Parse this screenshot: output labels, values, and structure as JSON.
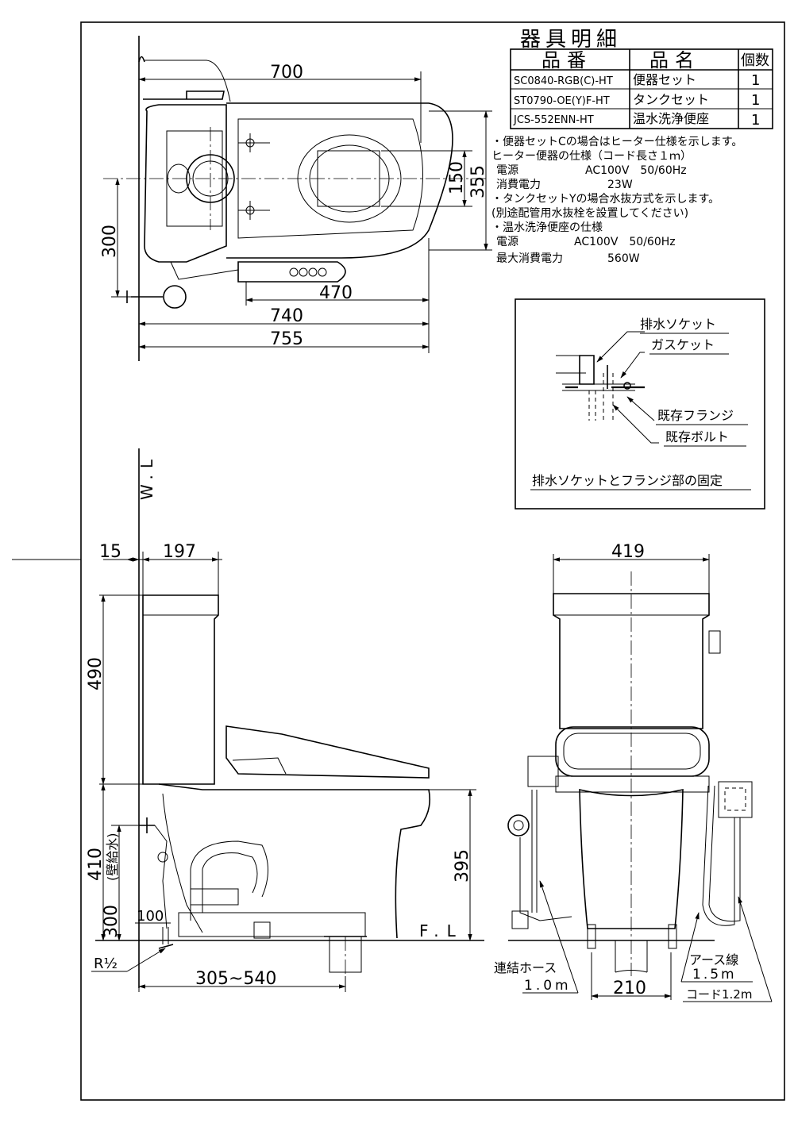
{
  "table": {
    "title": "器具明細",
    "headers": [
      "品番",
      "品名",
      "個数"
    ],
    "rows": [
      {
        "code": "SC0840-RGB(C)-HT",
        "name": "便器セット",
        "qty": "1"
      },
      {
        "code": "ST0790-OE(Y)F-HT",
        "name": "タンクセット",
        "qty": "1"
      },
      {
        "code": "JCS-552ENN-HT",
        "name": "温水洗浄便座",
        "qty": "1"
      }
    ]
  },
  "notes": [
    "・便器セットCの場合はヒーター仕様を示します。",
    " ヒーター便器の仕様（コード長さ１ｍ）",
    "電源　　　　　　AC100V　50/60Hz",
    "消費電力　　　　　　23W",
    "・タンクセットYの場合水抜方式を示します。",
    "(別途配管用水抜栓を設置してください)",
    "・温水洗浄便座の仕様",
    "電源　　　　　AC100V　50/60Hz",
    "最大消費電力　　　　560W"
  ],
  "detail": {
    "label_socket": "排水ソケット",
    "label_gasket": "ガスケット",
    "label_flange": "既存フランジ",
    "label_bolt": "既存ボルト",
    "caption": "排水ソケットとフランジ部の固定"
  },
  "top_view": {
    "dim_700": "700",
    "dim_150": "150",
    "dim_355": "355",
    "dim_300": "300",
    "dim_470": "470",
    "dim_740": "740",
    "dim_755": "755"
  },
  "side_view": {
    "wl": "W.L",
    "fl": "F.L",
    "dim_15": "15",
    "dim_197": "197",
    "dim_490": "490",
    "dim_410": "410",
    "dim_300": "300",
    "supply": "(壁給水)",
    "dim_100": "100",
    "dim_395": "395",
    "dim_range": "305~540",
    "r_thread": "R½"
  },
  "front_view": {
    "dim_419": "419",
    "dim_210": "210",
    "hose_label": "連結ホース",
    "hose_len": "1.0m",
    "earth_label": "アース線",
    "earth_len": "1.5m",
    "cord_label": "コード1.2m"
  }
}
